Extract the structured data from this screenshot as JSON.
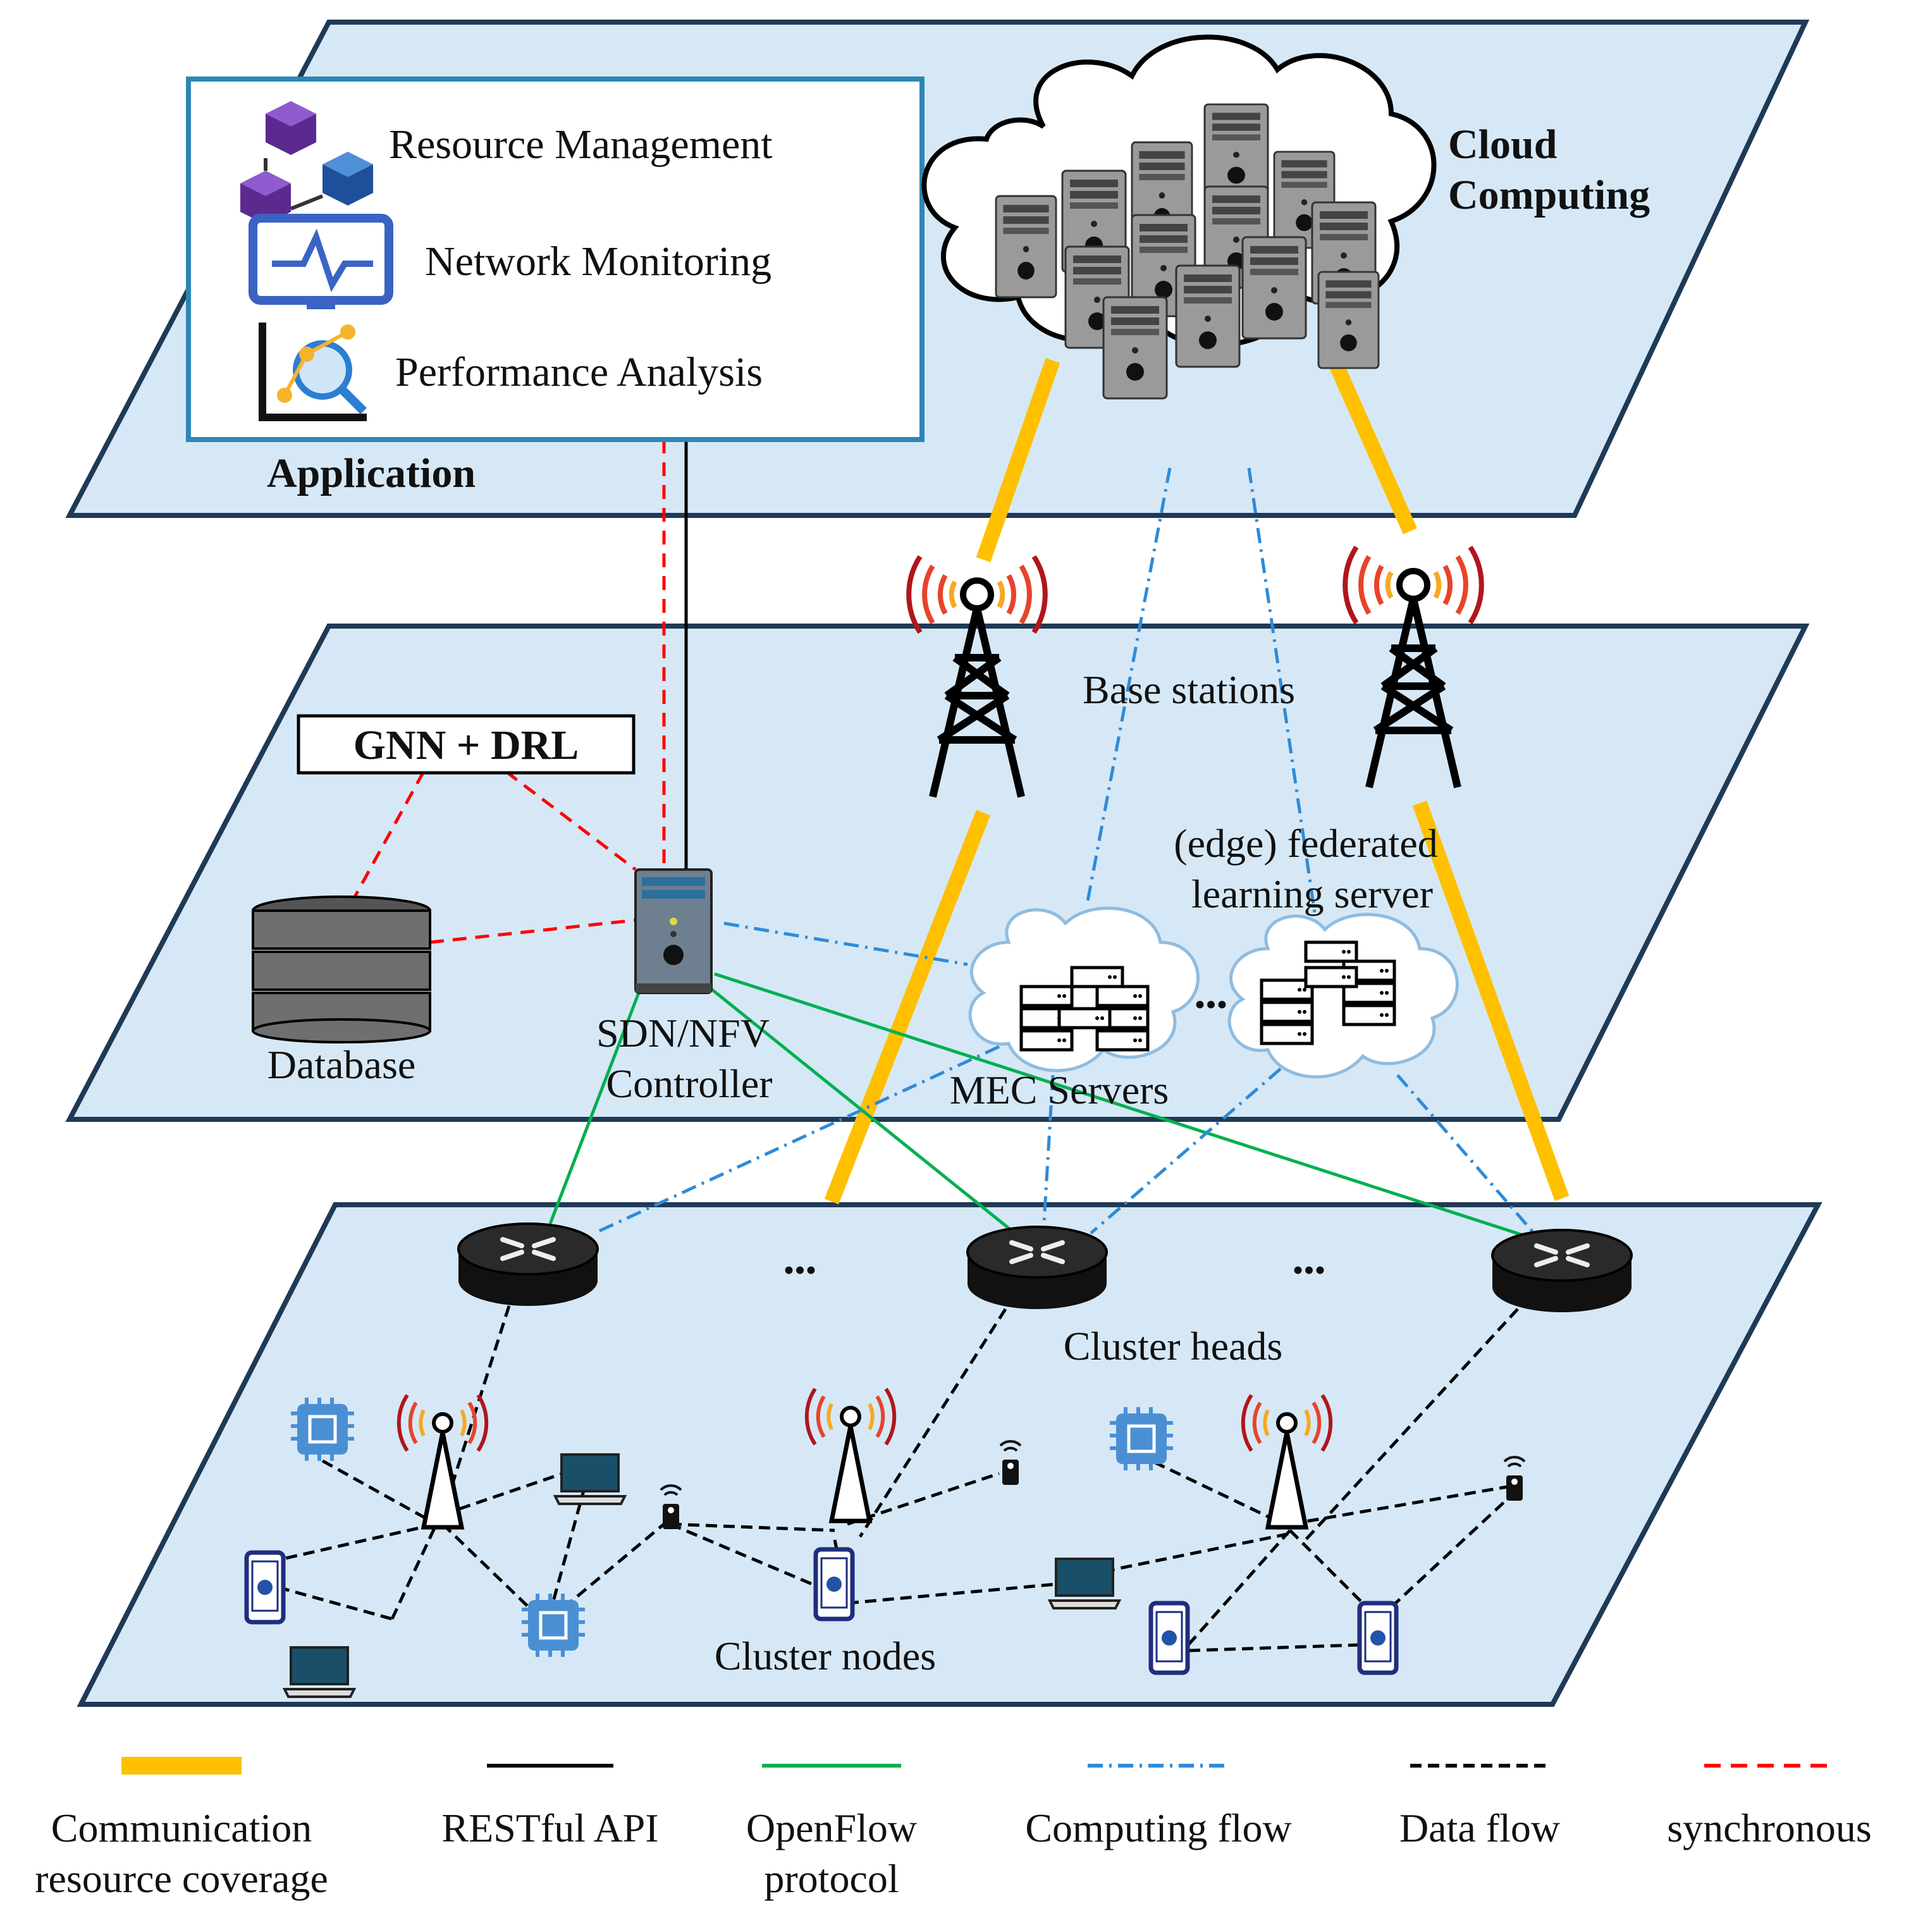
{
  "app_panel": {
    "items": [
      {
        "label": "Resource Management",
        "icon": "cubes-network-icon"
      },
      {
        "label": "Network Monitoring",
        "icon": "monitor-pulse-icon"
      },
      {
        "label": "Performance Analysis",
        "icon": "chart-magnifier-icon"
      }
    ]
  },
  "layers": {
    "application": "Application",
    "cloud_line1": "Cloud",
    "cloud_line2": "Computing"
  },
  "middle": {
    "gnn_drl": "GNN + DRL",
    "database": "Database",
    "controller_line1": "SDN/NFV",
    "controller_line2": "Controller",
    "base_stations": "Base stations",
    "fl_line1": "(edge) federated",
    "fl_line2": "learning server",
    "mec": "MEC Servers",
    "ellipsis": "•••"
  },
  "bottom": {
    "cluster_heads": "Cluster heads",
    "cluster_nodes": "Cluster nodes",
    "ellipsis": "•••"
  },
  "legend": [
    {
      "line1": "Communication",
      "line2": "resource coverage",
      "color": "#FFC000",
      "style": "thick"
    },
    {
      "line1": "RESTful API",
      "line2": "",
      "color": "#000000",
      "style": "solid"
    },
    {
      "line1": "OpenFlow",
      "line2": "protocol",
      "color": "#00B050",
      "style": "solid"
    },
    {
      "line1": "Computing flow",
      "line2": "",
      "color": "#2E8BD8",
      "style": "dashdot"
    },
    {
      "line1": "Data flow",
      "line2": "",
      "color": "#000000",
      "style": "dashed"
    },
    {
      "line1": "synchronous",
      "line2": "",
      "color": "#FF0000",
      "style": "dashed"
    }
  ],
  "colors": {
    "layer_fill": "#D6E8F6",
    "layer_stroke": "#1F3A56",
    "panel_border": "#2E86B5"
  }
}
